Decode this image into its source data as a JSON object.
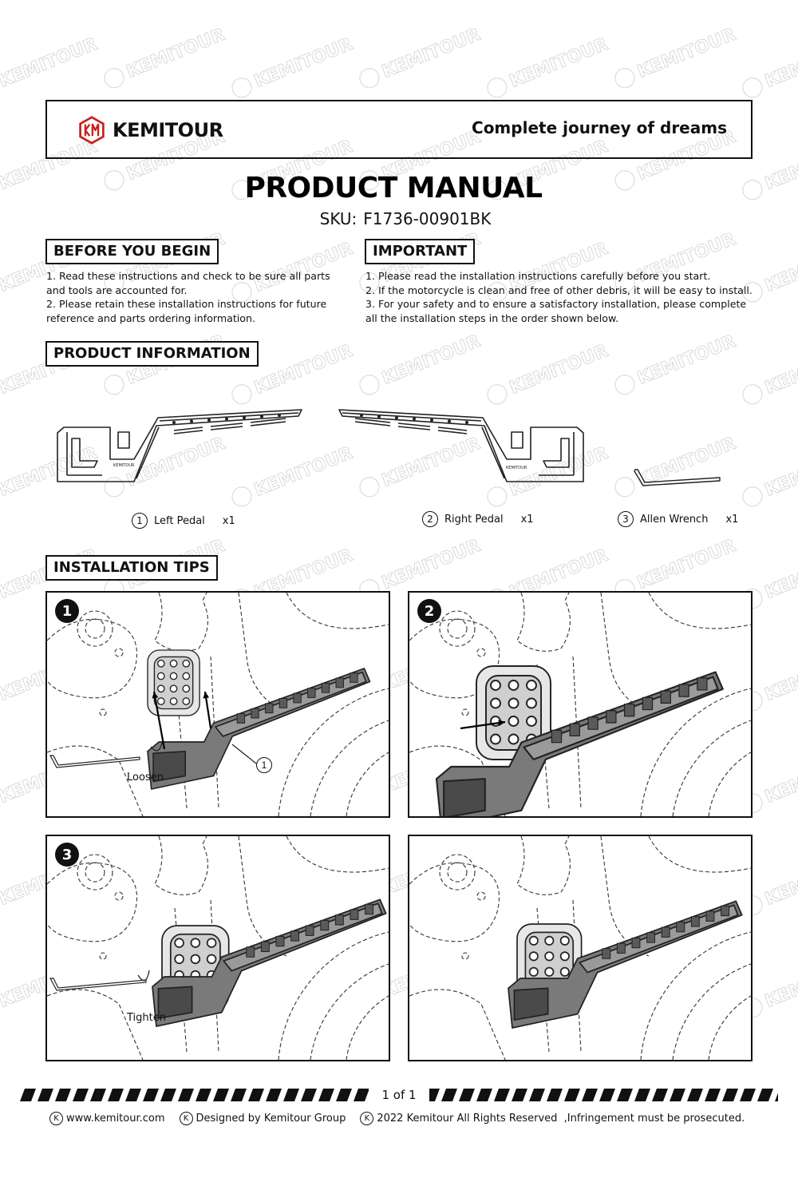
{
  "brand": {
    "name": "KEMITOUR",
    "logo_icon": "km-hexagon-logo-icon",
    "slogan": "Complete journey of dreams",
    "watermark_text": "KEMITOUR",
    "accent_color": "#c8201e"
  },
  "document": {
    "title": "PRODUCT MANUAL",
    "sku_label": "SKU:",
    "sku_value": "F1736-00901BK"
  },
  "before_you_begin": {
    "heading": "BEFORE YOU BEGIN",
    "lines": [
      "1. Read these instructions and check to be sure all parts",
      "and tools are accounted for.",
      "2. Please retain these installation instructions for future",
      "reference and parts ordering information."
    ]
  },
  "important": {
    "heading": "IMPORTANT",
    "lines": [
      "1. Please read the installation instructions carefully before you start.",
      "2. If the motorcycle is clean and free of other debris, it will be easy to install.",
      "3. For your safety and to ensure a satisfactory installation, please complete",
      "all the installation steps in the order shown below."
    ]
  },
  "product_information": {
    "heading": "PRODUCT INFORMATION",
    "part_mark_text": "KEMITOUR",
    "parts": [
      {
        "number": "1",
        "name": "Left Pedal",
        "qty": "x1"
      },
      {
        "number": "2",
        "name": "Right Pedal",
        "qty": "x1"
      },
      {
        "number": "3",
        "name": "Allen Wrench",
        "qty": "x1"
      }
    ]
  },
  "installation_tips": {
    "heading": "INSTALLATION TIPS",
    "steps": [
      {
        "badge": "1",
        "caption": "Loosen",
        "callout": "1"
      },
      {
        "badge": "2"
      },
      {
        "badge": "3",
        "caption": "Tighten"
      },
      {}
    ]
  },
  "footer": {
    "page": "1 of 1",
    "items": [
      {
        "icon": "k-circle-icon",
        "symbol": "K",
        "text": "www.kemitour.com"
      },
      {
        "icon": "k-circle-icon",
        "symbol": "K",
        "text": "Designed by Kemitour Group"
      },
      {
        "icon": "k-circle-icon",
        "symbol": "K",
        "text": "2022 Kemitour All Rights Reserved  ,Infringement must be prosecuted."
      }
    ]
  }
}
